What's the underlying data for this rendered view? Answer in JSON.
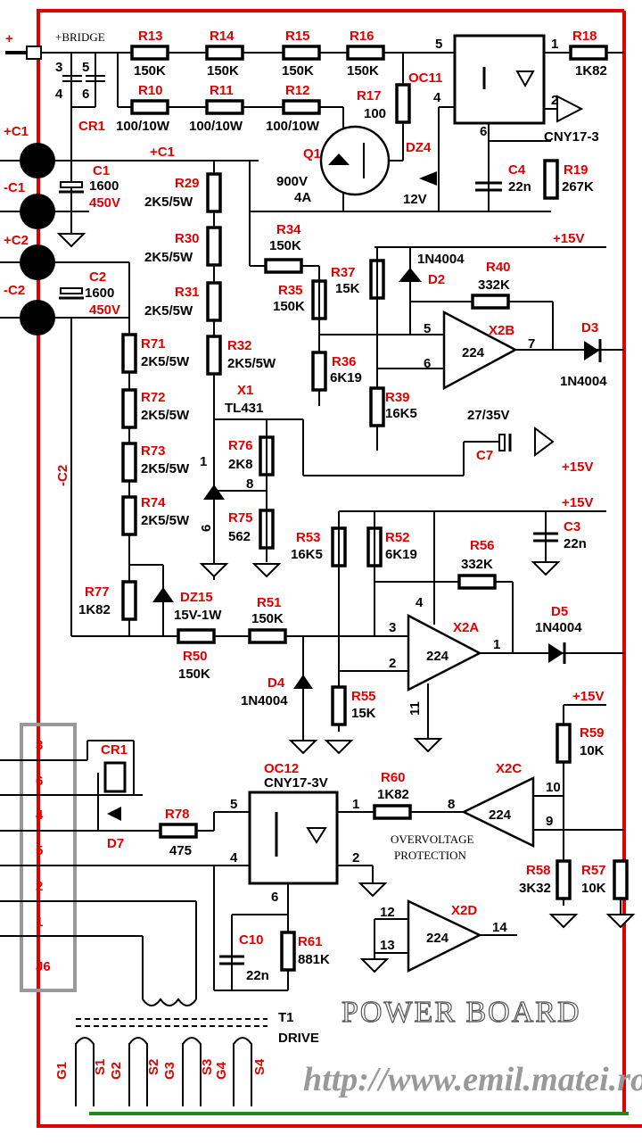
{
  "board": {
    "title": "POWER BOARD",
    "url": "http://www.emil.matei.ro",
    "bridge_plus": "+",
    "bridge_label": "+BRIDGE",
    "overvoltage_1": "OVERVOLTAGE",
    "overvoltage_2": "PROTECTION",
    "drive": "DRIVE"
  },
  "resistors_top": [
    {
      "name": "R13",
      "value": "150K"
    },
    {
      "name": "R14",
      "value": "150K"
    },
    {
      "name": "R15",
      "value": "150K"
    },
    {
      "name": "R16",
      "value": "150K"
    },
    {
      "name": "R10",
      "value": "100/10W"
    },
    {
      "name": "R11",
      "value": "100/10W"
    },
    {
      "name": "R12",
      "value": "100/10W"
    }
  ],
  "cr1_top": {
    "name": "CR1",
    "p3": "3",
    "p4": "4",
    "p5": "5",
    "p6": "6"
  },
  "oc11": {
    "name": "OC11",
    "part": "CNY17-3",
    "p1": "1",
    "p2": "2",
    "p4": "4",
    "p5": "5",
    "p6": "6"
  },
  "r18": {
    "name": "R18",
    "value": "1K82"
  },
  "r17": {
    "name": "R17",
    "value": "100"
  },
  "q1": {
    "name": "Q1",
    "v": "900V",
    "a": "4A"
  },
  "dz4": {
    "name": "DZ4",
    "value": "12V"
  },
  "c4": {
    "name": "C4",
    "value": "22n"
  },
  "r19": {
    "name": "R19",
    "value": "267K"
  },
  "caps_in": [
    {
      "plus": "+C1",
      "minus": "-C1",
      "name": "C1",
      "value": "1600",
      "volt": "450V"
    },
    {
      "plus": "+C2",
      "minus": "-C2",
      "name": "C2",
      "value": "1600",
      "volt": "450V"
    }
  ],
  "c1_net": "+C1",
  "c2_net": "-C2",
  "chain_left": [
    {
      "name": "R29",
      "value": "2K5/5W"
    },
    {
      "name": "R30",
      "value": "2K5/5W"
    },
    {
      "name": "R31",
      "value": "2K5/5W"
    },
    {
      "name": "R32",
      "value": "2K5/5W"
    }
  ],
  "chain_c2": [
    {
      "name": "R71",
      "value": "2K5/5W"
    },
    {
      "name": "R72",
      "value": "2K5/5W"
    },
    {
      "name": "R73",
      "value": "2K5/5W"
    },
    {
      "name": "R74",
      "value": "2K5/5W"
    }
  ],
  "x1": {
    "name": "X1",
    "part": "TL431",
    "p1": "1",
    "p6": "6",
    "p8": "8"
  },
  "r76": {
    "name": "R76",
    "value": "2K8"
  },
  "r75": {
    "name": "R75",
    "value": "562"
  },
  "r34": {
    "name": "R34",
    "value": "150K"
  },
  "r35": {
    "name": "R35",
    "value": "150K"
  },
  "r36": {
    "name": "R36",
    "value": "6K19"
  },
  "r37": {
    "name": "R37",
    "value": "15K"
  },
  "r39": {
    "name": "R39",
    "value": "16K5"
  },
  "d2": {
    "name": "D2",
    "part": "1N4004"
  },
  "r40": {
    "name": "R40",
    "value": "332K"
  },
  "x2b": {
    "name": "X2B",
    "part": "224",
    "p5": "5",
    "p6": "6",
    "p7": "7"
  },
  "d3": {
    "name": "D3",
    "part": "1N4004"
  },
  "rail15": "+15V",
  "c7": {
    "name": "C7",
    "value": "27/35V"
  },
  "c3": {
    "name": "C3",
    "value": "22n"
  },
  "r53": {
    "name": "R53",
    "value": "16K5"
  },
  "r52": {
    "name": "R52",
    "value": "6K19"
  },
  "r56": {
    "name": "R56",
    "value": "332K"
  },
  "x2a": {
    "name": "X2A",
    "part": "224",
    "p1": "1",
    "p2": "2",
    "p3": "3",
    "p4": "4",
    "p11": "11"
  },
  "d5": {
    "name": "D5",
    "part": "1N4004"
  },
  "r77": {
    "name": "R77",
    "value": "1K82"
  },
  "dz15": {
    "name": "DZ15",
    "value": "15V-1W"
  },
  "r50": {
    "name": "R50",
    "value": "150K"
  },
  "r51": {
    "name": "R51",
    "value": "150K"
  },
  "d4": {
    "name": "D4",
    "part": "1N4004"
  },
  "r55": {
    "name": "R55",
    "value": "15K"
  },
  "j6": {
    "name": "J6",
    "pins": [
      "3",
      "6",
      "4",
      "5",
      "2",
      "1"
    ]
  },
  "cr1_bot": {
    "name": "CR1"
  },
  "d7": {
    "name": "D7"
  },
  "r78": {
    "name": "R78",
    "value": "475"
  },
  "oc12": {
    "name": "OC12",
    "part": "CNY17-3V",
    "p1": "1",
    "p2": "2",
    "p4": "4",
    "p5": "5",
    "p6": "6"
  },
  "r60": {
    "name": "R60",
    "value": "1K82"
  },
  "x2c": {
    "name": "X2C",
    "part": "224",
    "p8": "8",
    "p9": "9",
    "p10": "10"
  },
  "r59": {
    "name": "R59",
    "value": "10K"
  },
  "r58": {
    "name": "R58",
    "value": "3K32"
  },
  "r57": {
    "name": "R57",
    "value": "10K"
  },
  "x2d": {
    "name": "X2D",
    "part": "224",
    "p12": "12",
    "p13": "13",
    "p14": "14"
  },
  "c10": {
    "name": "C10",
    "value": "22n"
  },
  "r61": {
    "name": "R61",
    "value": "881K"
  },
  "t1": {
    "name": "T1",
    "g1": "G1",
    "s1": "S1",
    "g2": "G2",
    "s2": "S2",
    "g3": "G3",
    "s3": "S3",
    "g4": "G4",
    "s4": "S4"
  },
  "colors": {
    "red": "#e00000",
    "green": "#1a8a1a",
    "gray": "#999999"
  }
}
